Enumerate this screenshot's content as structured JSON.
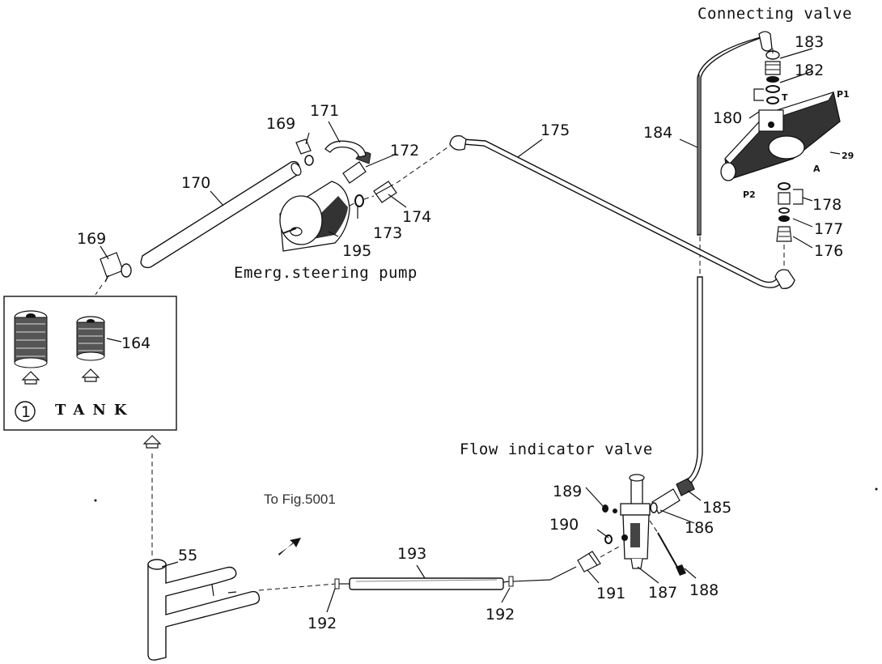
{
  "captions": {
    "connecting_valve": "Connecting valve",
    "emerg_pump": "Emerg.steering pump",
    "flow_indicator": "Flow indicator valve",
    "to_fig": "To Fig.5001"
  },
  "tank": {
    "number": "1",
    "label": "TANK"
  },
  "ports": {
    "t": "T",
    "p1": "P1",
    "p2": "P2",
    "a": "A"
  },
  "parts": {
    "p29": "29",
    "p55": "55",
    "p164": "164",
    "p169_top": "169",
    "p169_left": "169",
    "p170": "170",
    "p171": "171",
    "p172": "172",
    "p173": "173",
    "p174": "174",
    "p175": "175",
    "p176": "176",
    "p177": "177",
    "p178": "178",
    "p180": "180",
    "p182": "182",
    "p183": "183",
    "p184": "184",
    "p185": "185",
    "p186": "186",
    "p187": "187",
    "p188": "188",
    "p189": "189",
    "p190": "190",
    "p191": "191",
    "p192_left": "192",
    "p192_right": "192",
    "p193": "193",
    "p195": "195"
  }
}
